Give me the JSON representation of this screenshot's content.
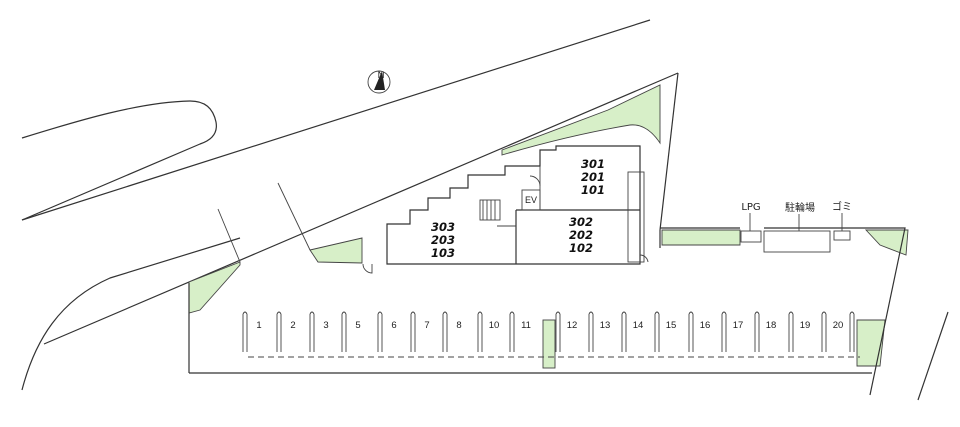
{
  "colors": {
    "green": "#d7efc8",
    "line": "#333333",
    "background": "#ffffff"
  },
  "north": {
    "label": "N",
    "icon": "north-arrow-icon"
  },
  "building": {
    "units_left": [
      "303",
      "203",
      "103"
    ],
    "units_right_upper": [
      "301",
      "201",
      "101"
    ],
    "units_right_lower": [
      "302",
      "202",
      "102"
    ],
    "elevator": "EV"
  },
  "facilities": {
    "lpg": "LPG",
    "bicycle": "駐輪場",
    "trash": "ゴミ"
  },
  "parking": {
    "slots": [
      "1",
      "2",
      "3",
      "5",
      "6",
      "7",
      "8",
      "10",
      "11",
      "12",
      "13",
      "14",
      "15",
      "16",
      "17",
      "18",
      "19",
      "20"
    ]
  }
}
